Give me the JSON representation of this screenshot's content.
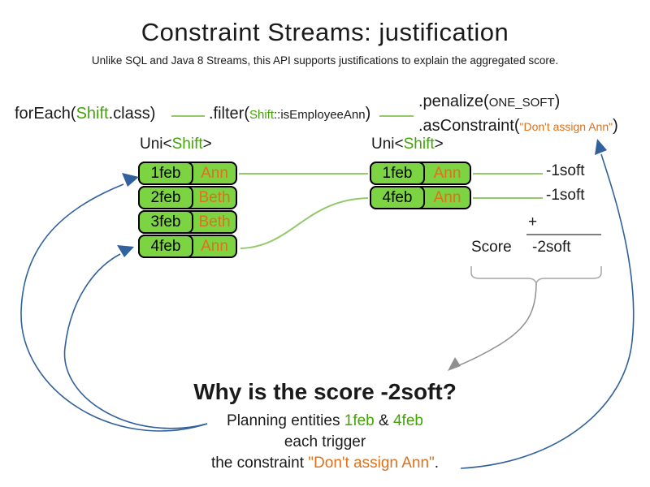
{
  "title": "Constraint Streams: justification",
  "subtitle": "Unlike SQL and Java 8 Streams, this API supports justifications to explain the aggregated score.",
  "code": {
    "foreach_prefix": "forEach(",
    "foreach_class": "Shift",
    "foreach_suffix": ".class)",
    "filter_prefix": ".filter(",
    "filter_class": "Shift",
    "filter_method": "::isEmployeeAnn",
    "filter_suffix": ")",
    "penalize_prefix": ".penalize(",
    "penalize_arg": "ONE_SOFT",
    "penalize_suffix": ")",
    "asconstraint_prefix": ".asConstraint(",
    "asconstraint_arg": "\"Don't assign Ann\"",
    "asconstraint_suffix": ")"
  },
  "left_stream": {
    "type_prefix": "Uni<",
    "type_name": "Shift",
    "type_suffix": ">",
    "rows": [
      {
        "date": "1feb",
        "employee": "Ann"
      },
      {
        "date": "2feb",
        "employee": "Beth"
      },
      {
        "date": "3feb",
        "employee": "Beth"
      },
      {
        "date": "4feb",
        "employee": "Ann"
      }
    ]
  },
  "right_stream": {
    "type_prefix": "Uni<",
    "type_name": "Shift",
    "type_suffix": ">",
    "rows": [
      {
        "date": "1feb",
        "employee": "Ann"
      },
      {
        "date": "4feb",
        "employee": "Ann"
      }
    ]
  },
  "scores": {
    "penalties": [
      "-1soft",
      "-1soft"
    ],
    "plus": "+",
    "score_label": "Score",
    "total": "-2soft"
  },
  "explanation": {
    "question": "Why is the score -2soft?",
    "line1_prefix": "Planning entities ",
    "line1_entity1": "1feb",
    "line1_amp": " & ",
    "line1_entity2": "4feb",
    "line2": "each trigger",
    "line3_prefix": "the constraint ",
    "line3_constraint": "\"Don't assign Ann\"",
    "line3_suffix": "."
  },
  "colors": {
    "accent_green": "#43A308",
    "cell_green": "#7CD443",
    "line_green": "#94C96B",
    "orange": "#E0701A",
    "blue": "#31619C",
    "gray": "#909090"
  }
}
